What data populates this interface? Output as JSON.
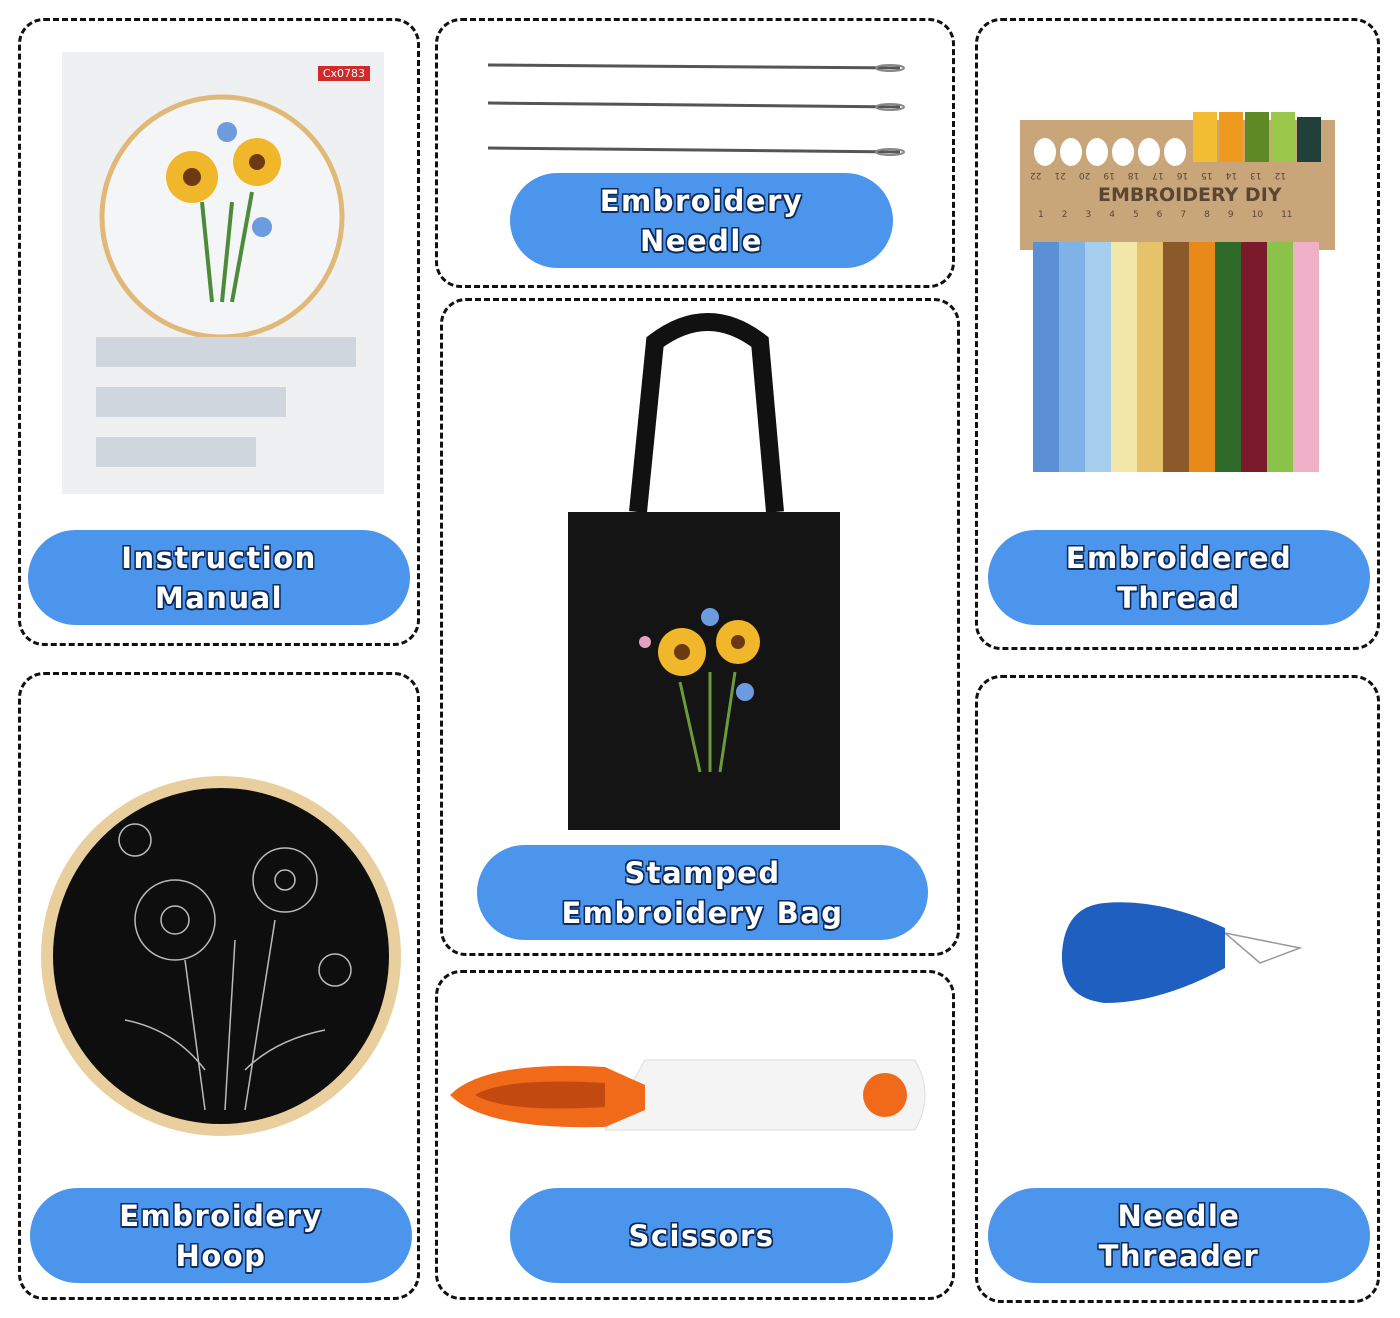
{
  "items": [
    {
      "line1": "Instruction",
      "line2": "Manual"
    },
    {
      "line1": "Embroidery",
      "line2": "Needle"
    },
    {
      "line1": "Embroidered",
      "line2": "Thread"
    },
    {
      "line1": "Stamped",
      "line2": "Embroidery Bag"
    },
    {
      "line1": "Embroidery",
      "line2": "Hoop"
    },
    {
      "line1": "Scissors"
    },
    {
      "line1": "Needle",
      "line2": "Threader"
    }
  ],
  "manual": {
    "code": "Cx0783"
  },
  "thread_card": {
    "title": "EMBROIDERY DIY",
    "top_numbers": [
      "22",
      "21",
      "20",
      "19",
      "18",
      "17",
      "16",
      "15",
      "14",
      "13",
      "12"
    ],
    "bottom_numbers": [
      "1",
      "2",
      "3",
      "4",
      "5",
      "6",
      "7",
      "8",
      "9",
      "10",
      "11"
    ]
  },
  "colors": {
    "label_bg": "#4b96ec",
    "label_outline": "#0d2a5a",
    "threader": "#1e5fc0",
    "scissors": "#f06a1a"
  }
}
